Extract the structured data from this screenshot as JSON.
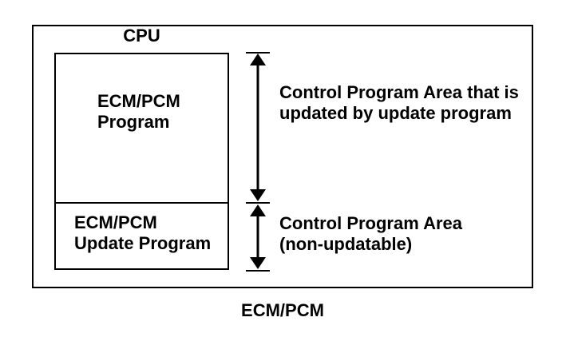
{
  "page": {
    "background_color": "#ffffff",
    "line_color": "#000000"
  },
  "diagram": {
    "labels": {
      "cpu": "CPU",
      "ecm_program": {
        "line1": "ECM/PCM",
        "line2": "Program"
      },
      "ecm_update_program": {
        "line1": "ECM/PCM",
        "line2": "Update Program"
      },
      "updatable_area": {
        "line1": "Control Program Area that is",
        "line2": "updated by update program"
      },
      "non_updatable_area": {
        "line1": "Control Program Area",
        "line2": "(non-updatable)"
      },
      "footer": "ECM/PCM"
    }
  }
}
